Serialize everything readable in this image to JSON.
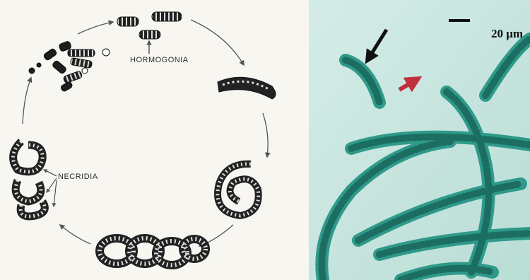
{
  "diagram": {
    "labels": {
      "hormogonia": "HORMOGONIA",
      "necridia": "NECRIDIA"
    }
  },
  "micrograph": {
    "scale_bar": "20 μm",
    "arrows": [
      {
        "name": "black-arrow",
        "color": "#111111"
      },
      {
        "name": "red-arrow",
        "color": "#c0303c"
      }
    ]
  },
  "colors": {
    "filament": "#2f9a8a",
    "filament_dark": "#1c6e63",
    "micrograph_bg": "#c7e5df",
    "cycle_arrow": "#555555"
  }
}
